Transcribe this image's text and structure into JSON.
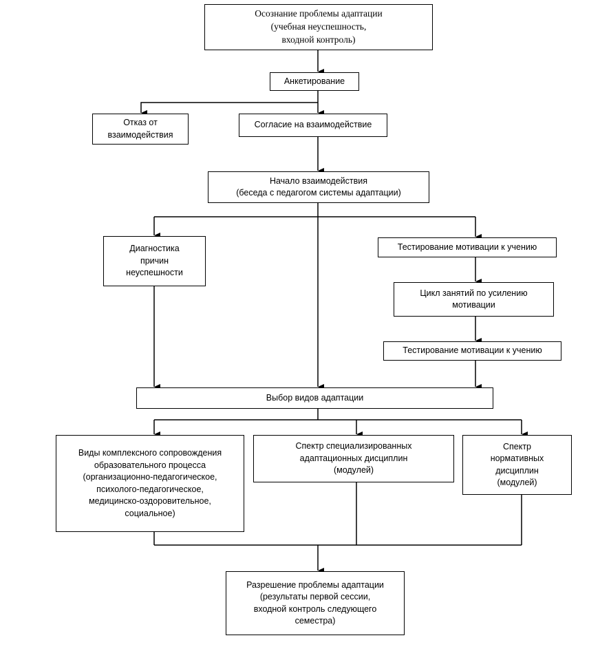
{
  "nodes": {
    "awareness": [
      "Осознание проблемы адаптации",
      "(учебная неуспешность,",
      "входной контроль)"
    ],
    "survey": [
      "Анкетирование"
    ],
    "refusal": [
      "Отказ от",
      "взаимодействия"
    ],
    "consent": [
      "Согласие на взаимодействие"
    ],
    "start": [
      "Начало взаимодействия",
      "(беседа с педагогом системы адаптации)"
    ],
    "diagnostics": [
      "Диагностика",
      "причин",
      "неуспешности"
    ],
    "motivation_test_1": [
      "Тестирование мотивации к учению"
    ],
    "motivation_cycle": [
      "Цикл занятий по усилению",
      "мотивации"
    ],
    "motivation_test_2": [
      "Тестирование мотивации к учению"
    ],
    "choice": [
      "Выбор видов адаптации"
    ],
    "support": [
      "Виды комплексного сопровождения",
      "образовательного процесса",
      "(организационно-педагогическое,",
      "психолого-педагогическое,",
      "медицинско-оздоровительное,",
      "социальное)"
    ],
    "special": [
      "Спектр специализированных",
      "адаптационных дисциплин",
      "(модулей)"
    ],
    "normative": [
      "Спектр",
      "нормативных",
      "дисциплин",
      "(модулей)"
    ],
    "resolution": [
      "Разрешение проблемы адаптации",
      "(результаты первой сессии,",
      "входной контроль следующего",
      "семестра)"
    ]
  }
}
